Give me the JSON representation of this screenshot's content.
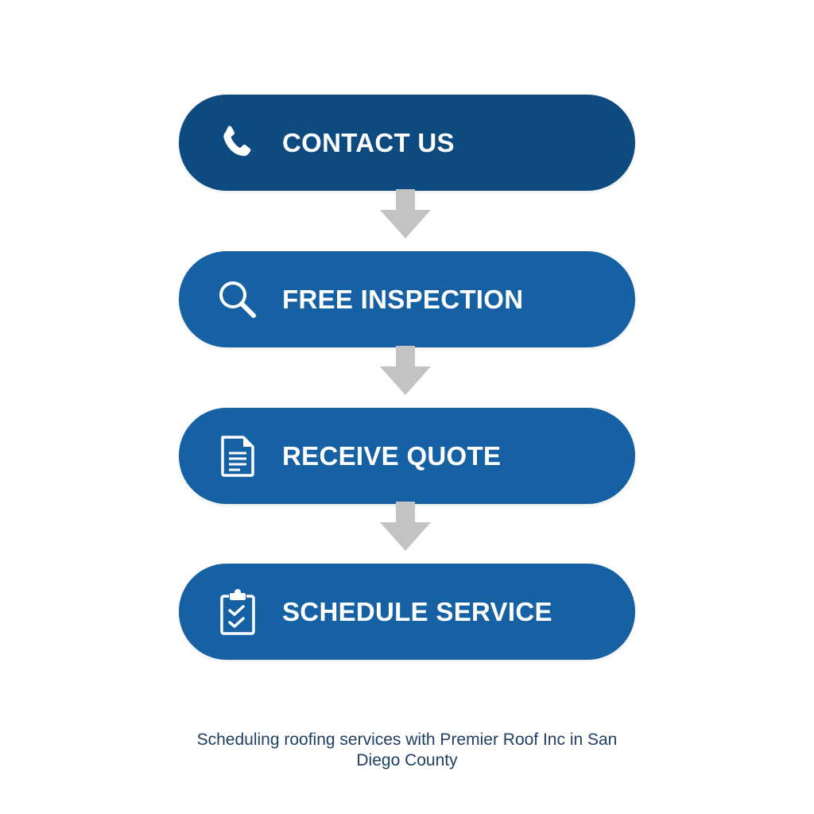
{
  "colors": {
    "step_1_bg": "#0d4a80",
    "step_bg": "#1660a4",
    "arrow": "#c3c3c3",
    "caption_text": "#1f3f63",
    "icon_text": "#ffffff"
  },
  "steps": [
    {
      "label": "CONTACT US",
      "icon": "phone-icon"
    },
    {
      "label": "FREE INSPECTION",
      "icon": "search-icon"
    },
    {
      "label": "RECEIVE QUOTE",
      "icon": "document-icon"
    },
    {
      "label": "SCHEDULE SERVICE",
      "icon": "clipboard-check-icon"
    }
  ],
  "connectors": [
    "arrow-down-icon",
    "arrow-down-icon",
    "arrow-down-icon"
  ],
  "caption": {
    "line1": "Scheduling roofing services with Premier Roof Inc in San",
    "line2": "Diego County"
  }
}
